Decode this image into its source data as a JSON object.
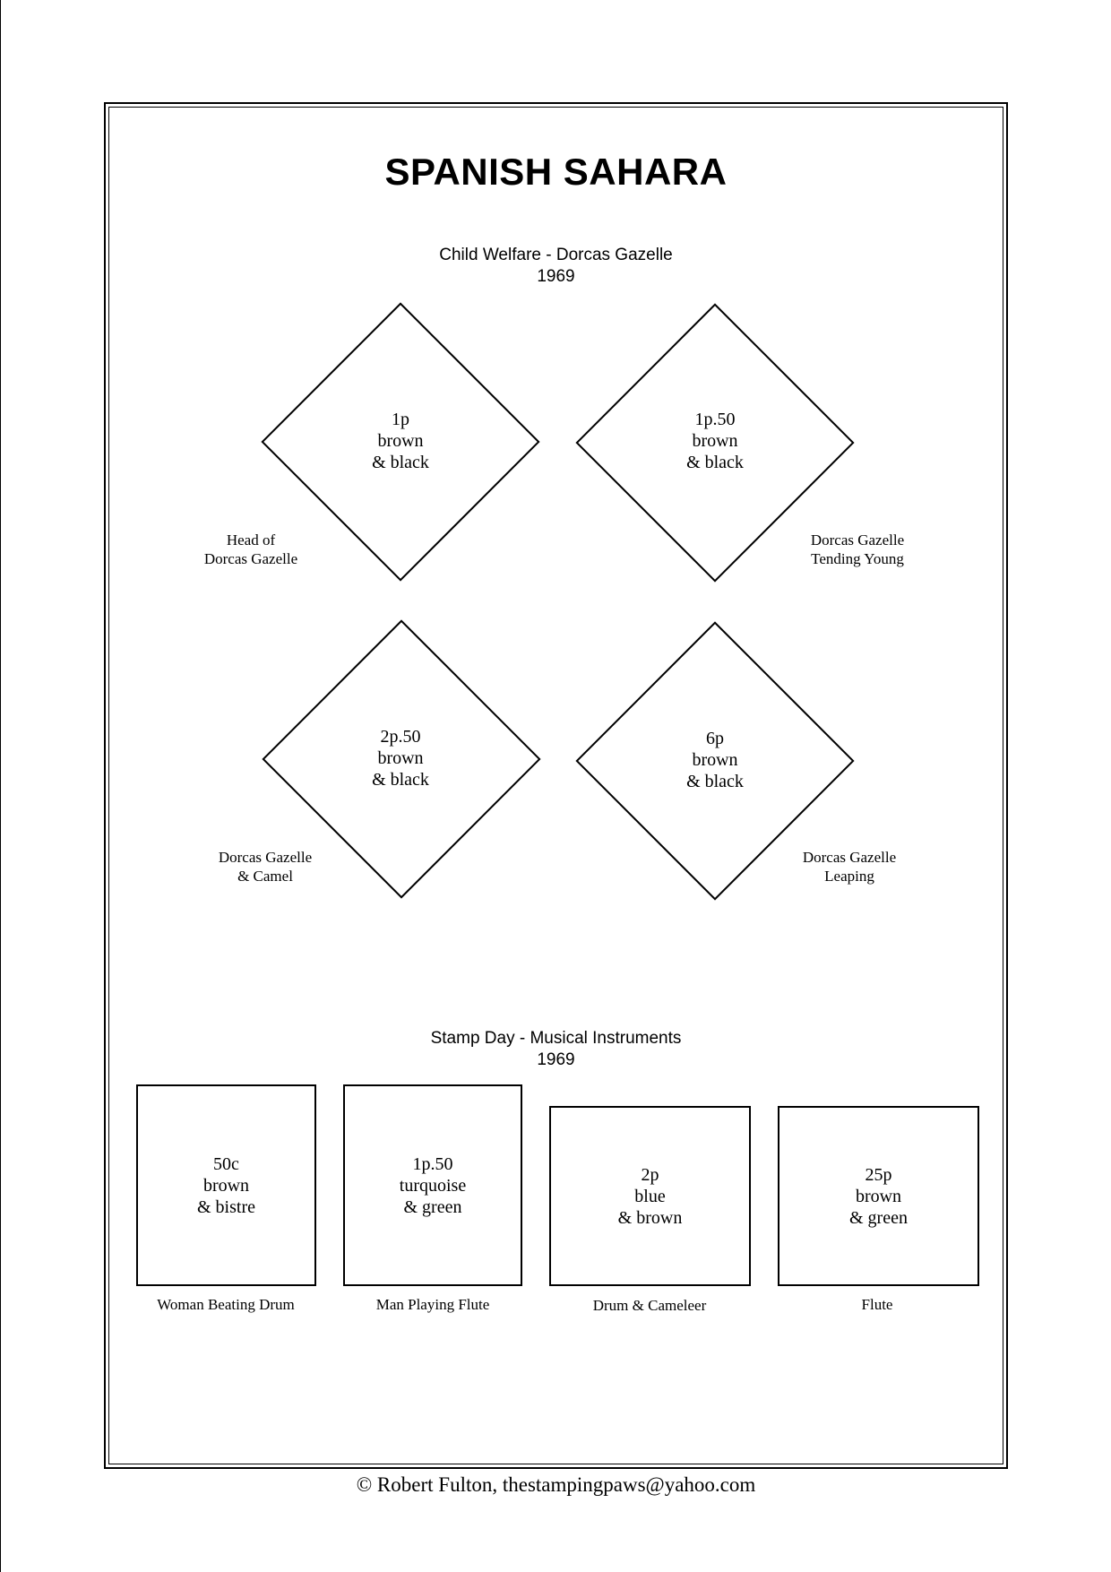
{
  "page": {
    "title": "SPANISH SAHARA",
    "footer": "©  Robert Fulton, thestampingpaws@yahoo.com"
  },
  "sets": [
    {
      "heading": "Child Welfare - Dorcas Gazelle",
      "year": "1969",
      "stamps": [
        {
          "value": "1p",
          "color1": "brown",
          "color2": "& black",
          "caption": [
            "Head of",
            "Dorcas Gazelle"
          ]
        },
        {
          "value": "1p.50",
          "color1": "brown",
          "color2": "& black",
          "caption": [
            "Dorcas Gazelle",
            "Tending Young"
          ]
        },
        {
          "value": "2p.50",
          "color1": "brown",
          "color2": "& black",
          "caption": [
            "Dorcas Gazelle",
            "& Camel"
          ]
        },
        {
          "value": "6p",
          "color1": "brown",
          "color2": "& black",
          "caption": [
            "Dorcas Gazelle",
            "Leaping"
          ]
        }
      ]
    },
    {
      "heading": "Stamp Day - Musical Instruments",
      "year": "1969",
      "stamps": [
        {
          "value": "50c",
          "color1": "brown",
          "color2": "& bistre",
          "caption": "Woman Beating Drum"
        },
        {
          "value": "1p.50",
          "color1": "turquoise",
          "color2": "& green",
          "caption": "Man Playing Flute"
        },
        {
          "value": "2p",
          "color1": "blue",
          "color2": "& brown",
          "caption": "Drum & Cameleer"
        },
        {
          "value": "25p",
          "color1": "brown",
          "color2": "& green",
          "caption": "Flute"
        }
      ]
    }
  ]
}
